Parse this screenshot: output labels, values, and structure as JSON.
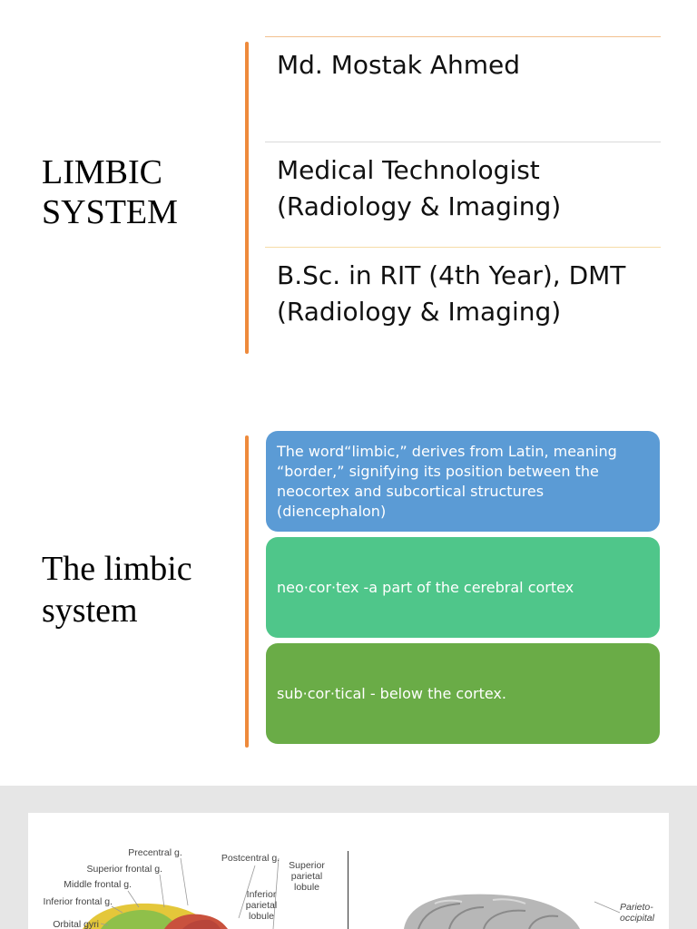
{
  "slide1": {
    "title": "LIMBIC\nSYSTEM",
    "name": "Md. Mostak Ahmed",
    "role": "Medical Technologist\n(Radiology & Imaging)",
    "degree": "B.Sc. in RIT (4th Year), DMT\n(Radiology & Imaging)"
  },
  "slide2": {
    "title": "The limbic\nsystem",
    "cards": [
      "The word“limbic,” derives from Latin, meaning “border,” signifying its position between the neocortex and subcortical structures (diencephalon)",
      "neo·cor·tex -a part of the cerebral cortex",
      "sub·cor·tical - below the cortex."
    ],
    "colors": {
      "card1": "#5b9bd5",
      "card2": "#4fc68a",
      "card3": "#6aac47",
      "accent": "#ee8a3c"
    }
  },
  "slide3": {
    "labels": {
      "precentral": "Precentral g.",
      "superior_frontal": "Superior frontal g.",
      "middle_frontal": "Middle frontal g.",
      "inferior_frontal": "Inferior frontal g.",
      "orbital": "Orbital gyri",
      "postcentral": "Postcentral g.",
      "superior_parietal": "Superior\nparietal\nlobule",
      "inferior_parietal": "Inferior\nparietal\nlobule",
      "parieto_occipital": "Parieto-\noccipital"
    }
  }
}
